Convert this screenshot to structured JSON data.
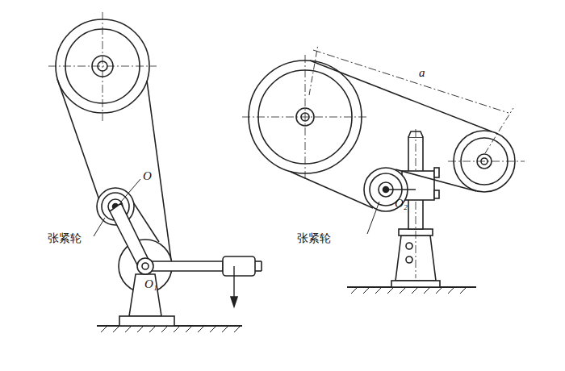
{
  "diagram": {
    "labels": [
      "O",
      "张紧轮",
      "O₁",
      "a",
      "O₂",
      "张紧轮"
    ]
  }
}
